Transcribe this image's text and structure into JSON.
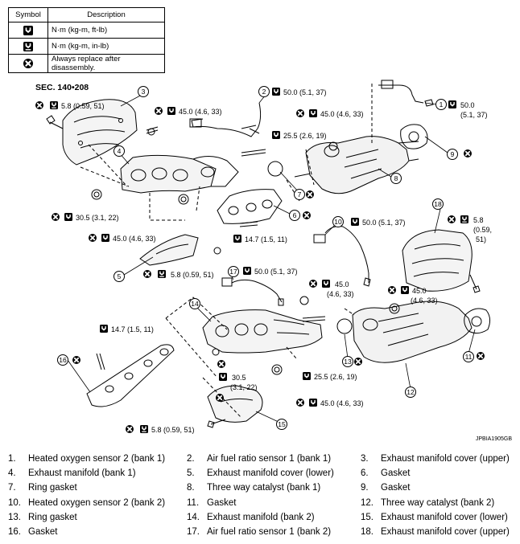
{
  "legend": {
    "headers": {
      "symbol": "Symbol",
      "description": "Description"
    },
    "rows": [
      {
        "icon": "torque-nm-icon",
        "text": "N·m (kg-m, ft-lb)"
      },
      {
        "icon": "torque-inlb-icon",
        "text": "N·m (kg-m, in-lb)"
      },
      {
        "icon": "replace-icon",
        "text": "Always replace after disassembly."
      }
    ]
  },
  "diagram": {
    "section": "SEC. 140•208",
    "code": "JPBIA1905GB",
    "torques": {
      "t1": "5.8 (0.59, 51)",
      "t2": "45.0 (4.6, 33)",
      "t3": "50.0 (5.1, 37)",
      "t4": "45.0 (4.6, 33)",
      "t5a": "50.0",
      "t5b": "(5.1, 37)",
      "t6": "25.5 (2.6, 19)",
      "t7": "30.5 (3.1, 22)",
      "t8": "45.0 (4.6, 33)",
      "t9": "14.7 (1.5, 11)",
      "t10": "5.8 (0.59, 51)",
      "t11": "50.0 (5.1, 37)",
      "t12a": "5.8",
      "t12b": "(0.59,",
      "t12c": "51)",
      "t13": "50.0 (5.1, 37)",
      "t14a": "45.0",
      "t14b": "(4.6, 33)",
      "t15a": "45.0",
      "t15b": "(4.6, 33)",
      "t16": "14.7 (1.5, 11)",
      "t17": "25.5 (2.6, 19)",
      "t18a": "30.5",
      "t18b": "(3.1, 22)",
      "t19": "45.0 (4.6, 33)",
      "t20": "5.8 (0.59, 51)"
    },
    "callouts": [
      "1",
      "2",
      "3",
      "4",
      "5",
      "6",
      "7",
      "8",
      "9",
      "10",
      "11",
      "12",
      "13",
      "14",
      "15",
      "16",
      "17",
      "18"
    ]
  },
  "parts": [
    {
      "num": "1.",
      "name": "Heated oxygen sensor 2 (bank 1)"
    },
    {
      "num": "2.",
      "name": "Air fuel ratio sensor 1 (bank 1)"
    },
    {
      "num": "3.",
      "name": "Exhaust manifold cover (upper)"
    },
    {
      "num": "4.",
      "name": "Exhaust manifold (bank 1)"
    },
    {
      "num": "5.",
      "name": "Exhaust manifold cover (lower)"
    },
    {
      "num": "6.",
      "name": "Gasket"
    },
    {
      "num": "7.",
      "name": "Ring gasket"
    },
    {
      "num": "8.",
      "name": "Three way catalyst (bank 1)"
    },
    {
      "num": "9.",
      "name": "Gasket"
    },
    {
      "num": "10.",
      "name": "Heated oxygen sensor 2 (bank 2)"
    },
    {
      "num": "11.",
      "name": "Gasket"
    },
    {
      "num": "12.",
      "name": "Three way catalyst (bank 2)"
    },
    {
      "num": "13.",
      "name": "Ring gasket"
    },
    {
      "num": "14.",
      "name": "Exhaust manifold (bank 2)"
    },
    {
      "num": "15.",
      "name": "Exhaust manifold cover (lower)"
    },
    {
      "num": "16.",
      "name": "Gasket"
    },
    {
      "num": "17.",
      "name": "Air fuel ratio sensor 1 (bank 2)"
    },
    {
      "num": "18.",
      "name": "Exhaust manifold cover (upper)"
    }
  ]
}
